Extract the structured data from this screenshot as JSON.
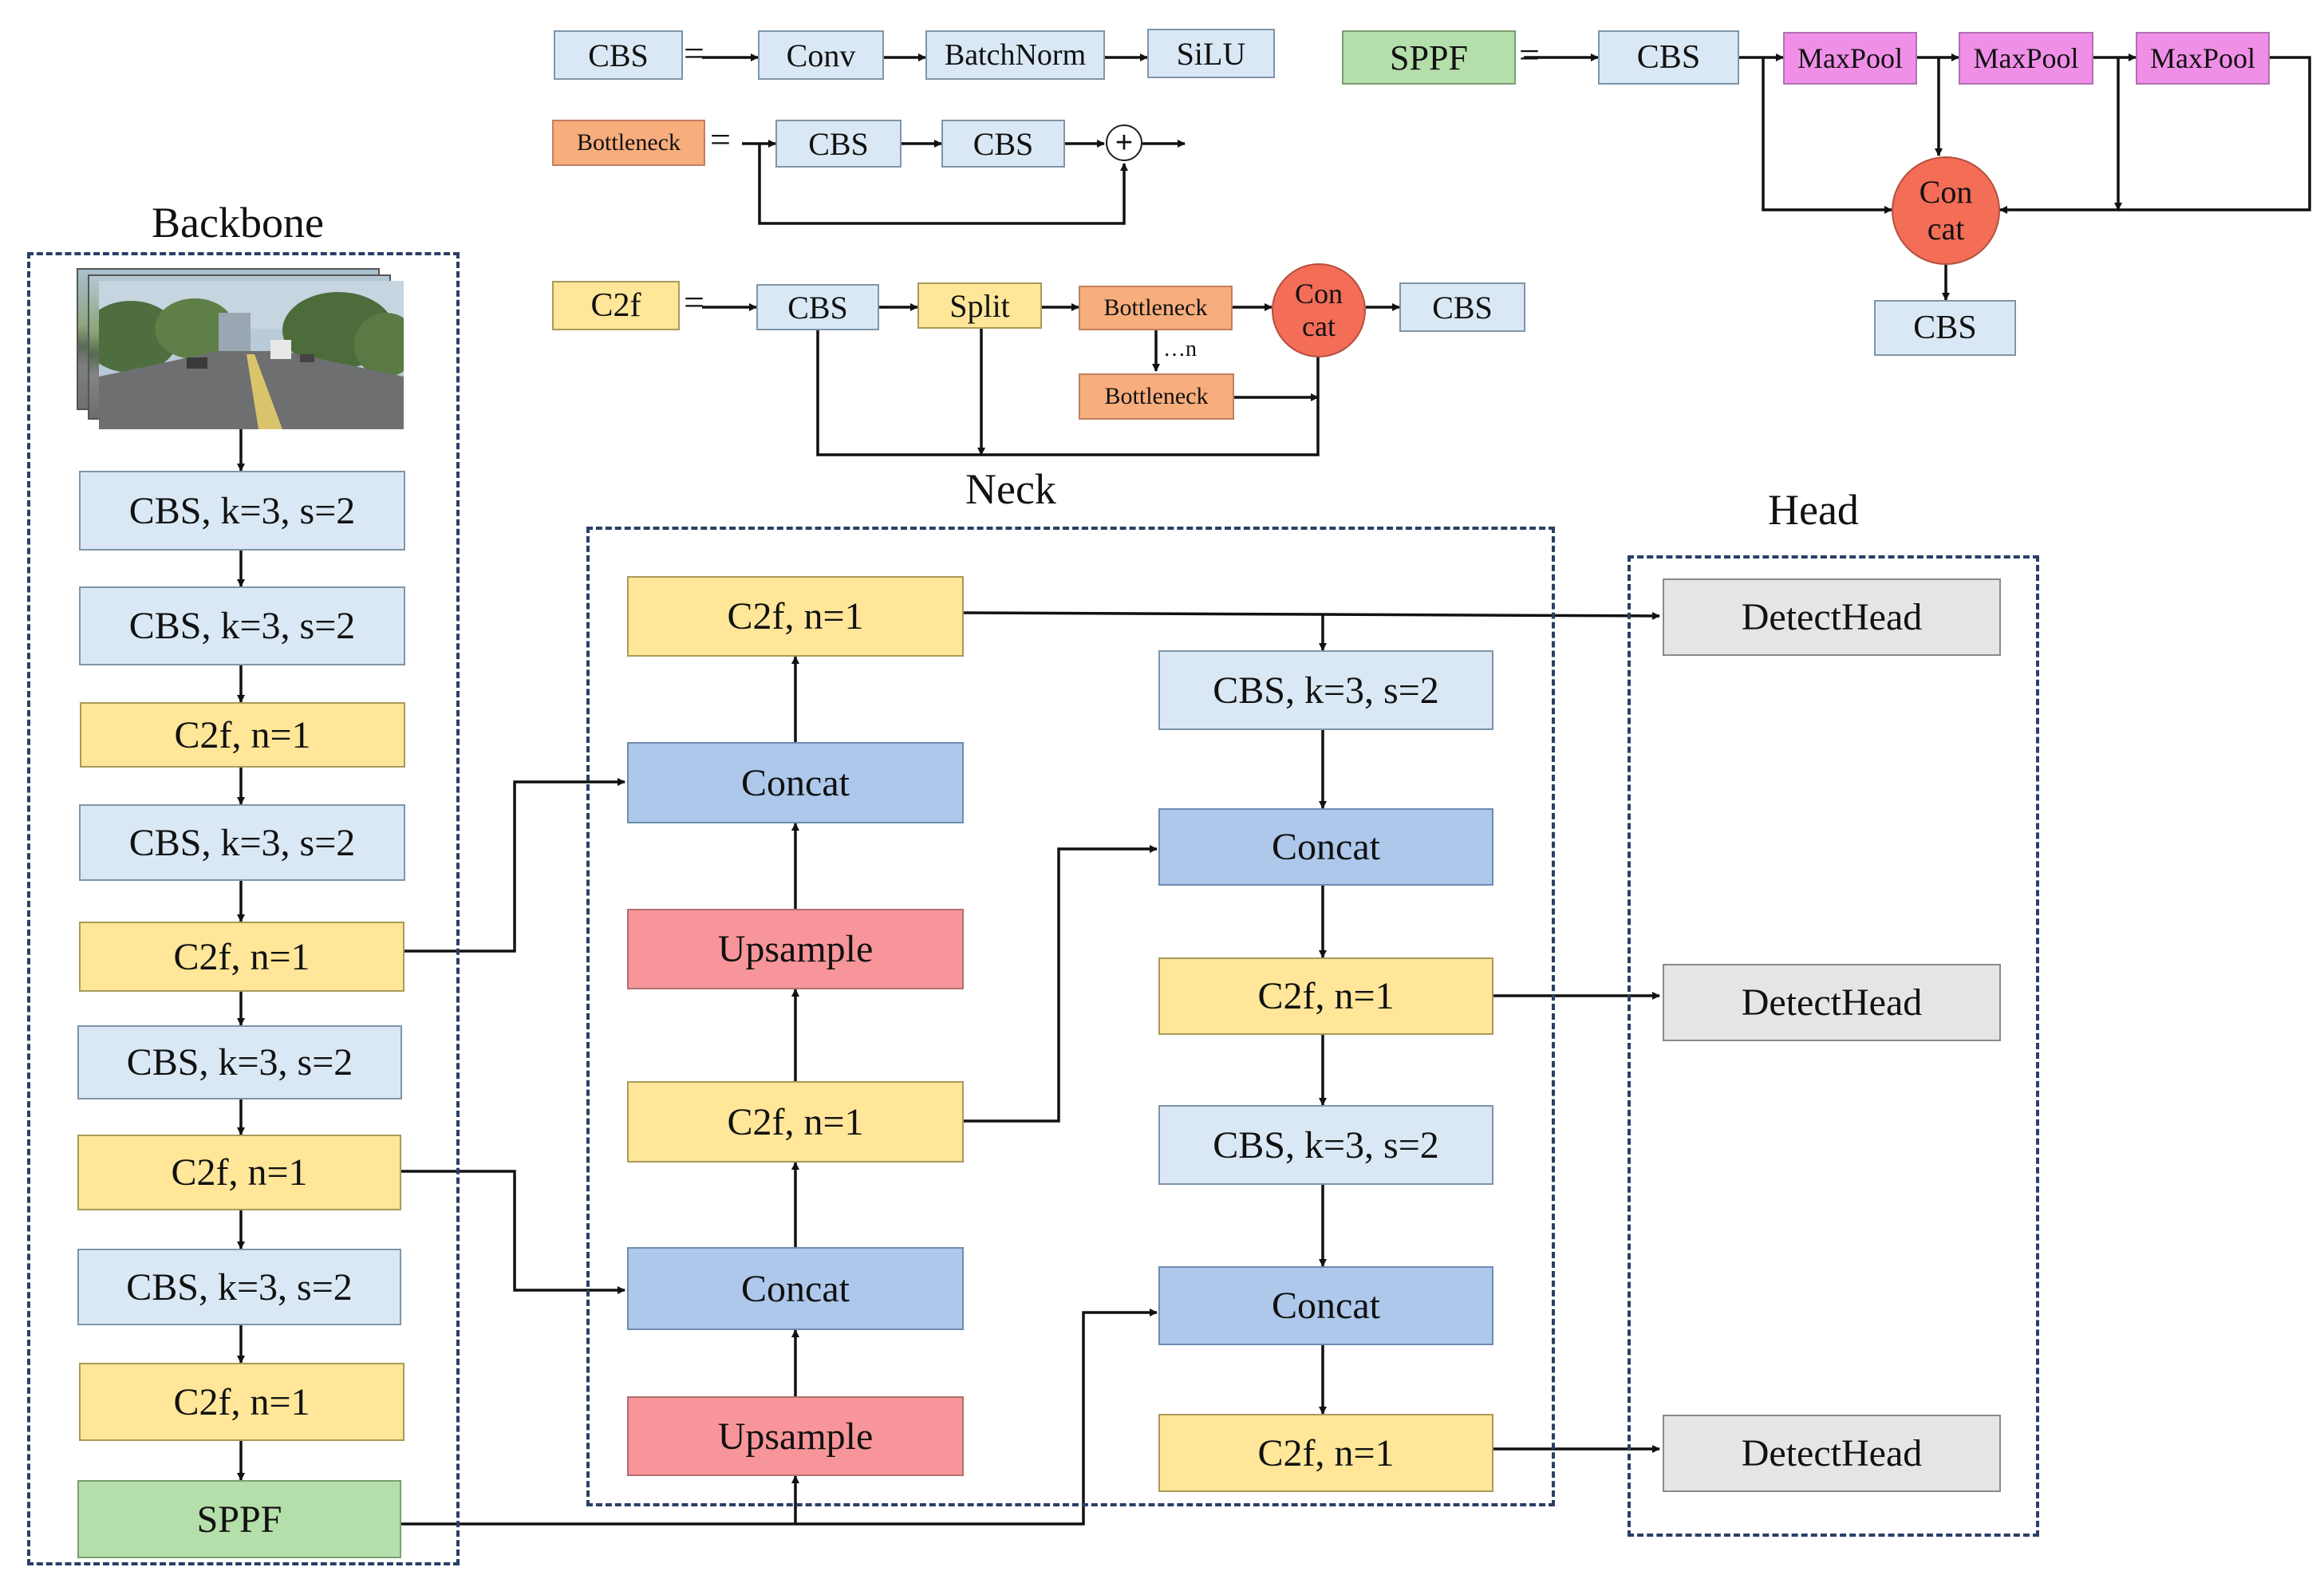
{
  "legend": {
    "cbs_def": {
      "name": "CBS",
      "eq": "=",
      "parts": [
        "Conv",
        "BatchNorm",
        "SiLU"
      ]
    },
    "bottleneck_def": {
      "name": "Bottleneck",
      "eq": "=",
      "parts": [
        "CBS",
        "CBS"
      ],
      "plus": "+"
    },
    "c2f_def": {
      "name": "C2f",
      "eq": "=",
      "cbs_in": "CBS",
      "split": "Split",
      "bottleneck1": "Bottleneck",
      "repeat": "…n",
      "bottleneck2": "Bottleneck",
      "concat": "Con\ncat",
      "cbs_out": "CBS"
    },
    "sppf_def": {
      "name": "SPPF",
      "eq": "=",
      "cbs_in": "CBS",
      "maxpools": [
        "MaxPool",
        "MaxPool",
        "MaxPool"
      ],
      "concat": "Con\ncat",
      "cbs_out": "CBS"
    }
  },
  "backbone": {
    "title": "Backbone",
    "layers": [
      "CBS, k=3, s=2",
      "CBS, k=3, s=2",
      "C2f, n=1",
      "CBS, k=3, s=2",
      "C2f, n=1",
      "CBS, k=3, s=2",
      "C2f, n=1",
      "CBS, k=3, s=2",
      "C2f, n=1",
      "SPPF"
    ]
  },
  "neck": {
    "title": "Neck",
    "left_column": [
      "C2f, n=1",
      "Concat",
      "Upsample",
      "C2f, n=1",
      "Concat",
      "Upsample"
    ],
    "right_column": [
      "CBS, k=3, s=2",
      "Concat",
      "C2f, n=1",
      "CBS, k=3, s=2",
      "Concat",
      "C2f, n=1"
    ]
  },
  "head": {
    "title": "Head",
    "detect_heads": [
      "DetectHead",
      "DetectHead",
      "DetectHead"
    ]
  },
  "colors": {
    "cbs": "#dae8f5",
    "c2f": "#ffe699",
    "sppf": "#b4deaa",
    "bottleneck": "#f8ad7d",
    "maxpool": "#f08fe8",
    "concat_circle": "#f36d57",
    "concat_box": "#adc8ea",
    "upsample": "#f7959a",
    "detect_head": "#e5e5e5",
    "region_border": "#2a3f66"
  }
}
